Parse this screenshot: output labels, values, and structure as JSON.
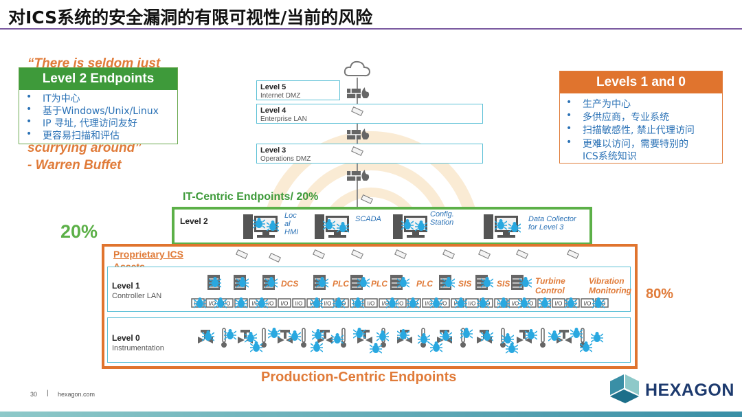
{
  "title": "对ICS系统的安全漏洞的有限可视性/当前的风险",
  "quote": {
    "line1": "“There is seldom just",
    "line2": "scurrying around”",
    "author": "- Warren Buffet"
  },
  "level2_box": {
    "heading": "Level 2 Endpoints",
    "bullets": [
      "IT为中心",
      "基于Windows/Unix/Linux",
      "IP 寻址, 代理访问友好",
      "更容易扫描和评估"
    ]
  },
  "level10_box": {
    "heading": "Levels 1 and 0",
    "bullets": [
      "生产为中心",
      "多供应商，专业系统",
      "扫描敏感性, 禁止代理访问",
      "更难以访问，需要特别的",
      "ICS系统知识"
    ]
  },
  "levels": {
    "l5": {
      "name": "Level 5",
      "sub": "Internet DMZ"
    },
    "l4": {
      "name": "Level 4",
      "sub": "Enterprise LAN"
    },
    "l3": {
      "name": "Level 3",
      "sub": "Operations DMZ"
    },
    "l2": {
      "name": "Level 2"
    },
    "l1": {
      "name": "Level 1",
      "sub": "Controller LAN"
    },
    "l0": {
      "name": "Level 0",
      "sub": "Instrumentation"
    }
  },
  "it_centric_title": "IT-Centric Endpoints/ 20%",
  "pct_it": "20%",
  "pct_prod": "80%",
  "proprietary_title_1": "Proprietary ICS",
  "proprietary_title_2": "Assets",
  "workstations": {
    "local_hmi": [
      "Loc",
      "al",
      "HMI"
    ],
    "scada": "SCADA",
    "config": [
      "Config.",
      "Station"
    ],
    "collector": [
      "Data Collector",
      "for Level 3"
    ]
  },
  "controllers": {
    "dcs": "DCS",
    "plc1": "PLC",
    "plc2": "PLC",
    "plc3": "PLC",
    "sis1": "SIS",
    "sis2": "SIS",
    "turbine": [
      "Turbine",
      "Control"
    ],
    "vibration": [
      "Vibration",
      "Monitoring"
    ]
  },
  "io_label": "I/O",
  "production_title": "Production-Centric Endpoints",
  "footer": {
    "page": "30",
    "sep": "|",
    "site": "hexagon.com"
  },
  "brand": "HEXAGON",
  "colors": {
    "it_green": "#5cb048",
    "prod_orange": "#e0742e",
    "lan_cyan": "#5bc0d6",
    "bug_blue": "#29a8e0",
    "link_blue": "#2b72b6"
  }
}
